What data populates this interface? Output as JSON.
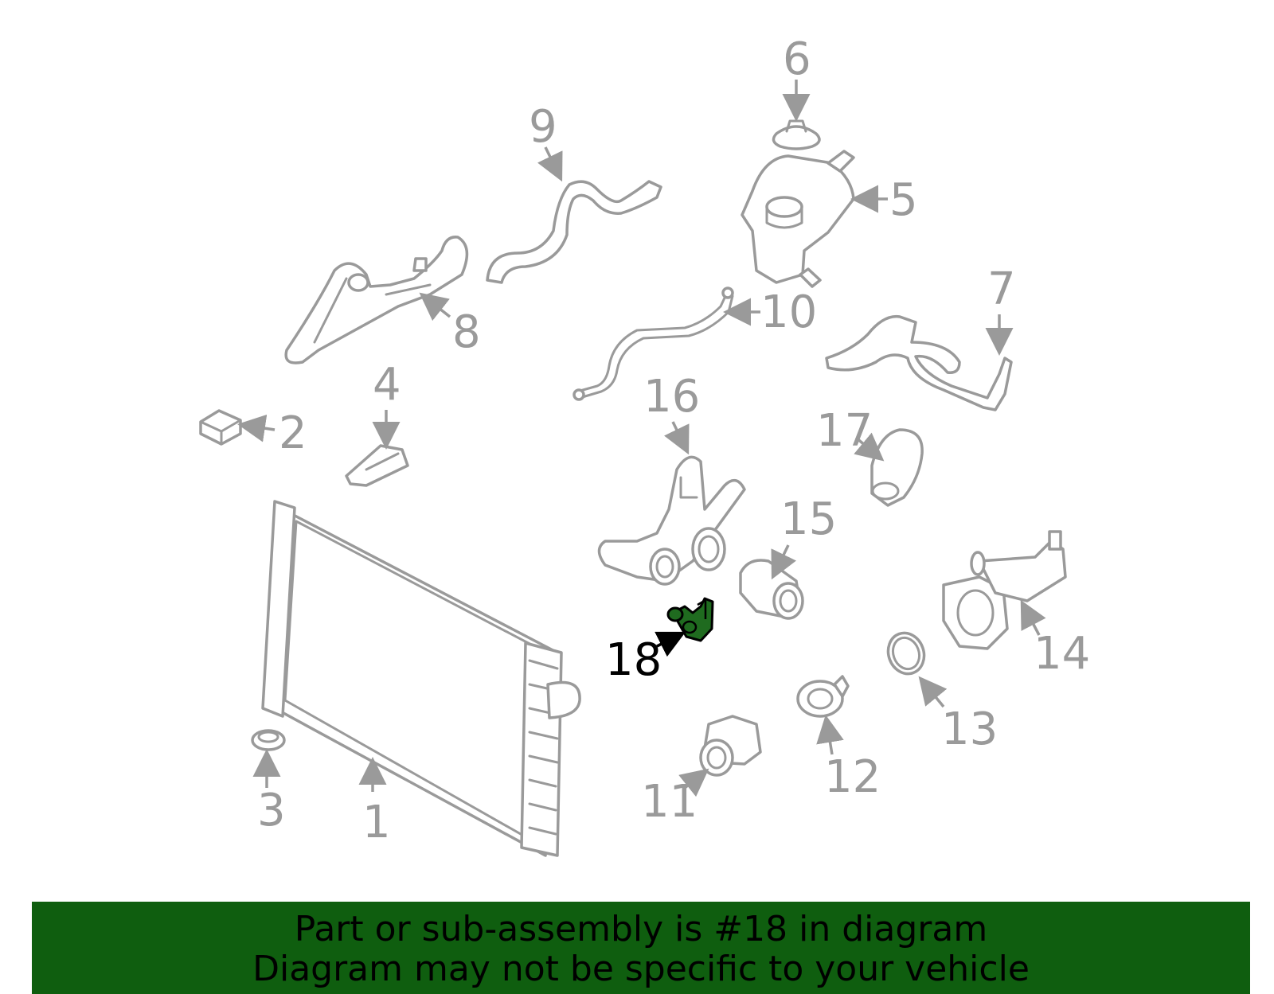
{
  "diagram": {
    "highlight_part": "18",
    "highlight_color": "#1f6b1f",
    "line_color": "#9a9a9a",
    "callouts": [
      "1",
      "2",
      "3",
      "4",
      "5",
      "6",
      "7",
      "8",
      "9",
      "10",
      "11",
      "12",
      "13",
      "14",
      "15",
      "16",
      "17",
      "18"
    ]
  },
  "banner": {
    "line1": "Part or sub-assembly is #18 in diagram",
    "line2": "Diagram may not be specific to your vehicle",
    "background": "#0f5e0f"
  }
}
